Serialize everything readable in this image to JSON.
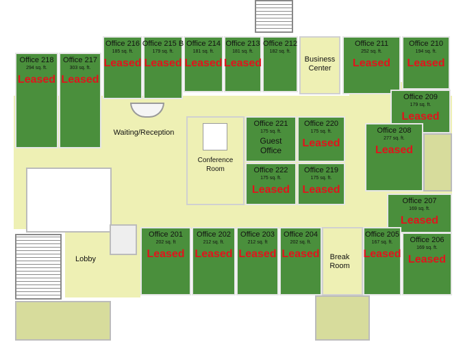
{
  "leased_label": "Leased",
  "colors": {
    "office": "#4a8f3c",
    "common": "#eef0b4",
    "leased_text": "#e0141c"
  },
  "offices": [
    {
      "id": "218",
      "name": "Office 218",
      "sqft": "294 sq. ft.",
      "leased": true
    },
    {
      "id": "217",
      "name": "Office 217",
      "sqft": "303 sq. ft.",
      "leased": true
    },
    {
      "id": "216",
      "name": "Office 216",
      "sqft": "185 sq. ft.",
      "leased": true
    },
    {
      "id": "215b",
      "name": "Office 215 B",
      "sqft": "179 sq. ft.",
      "leased": true
    },
    {
      "id": "214",
      "name": "Office 214",
      "sqft": "181 sq. ft.",
      "leased": true
    },
    {
      "id": "213",
      "name": "Office 213",
      "sqft": "181 sq. ft.",
      "leased": true
    },
    {
      "id": "212",
      "name": "Office 212",
      "sqft": "182 sq. ft.",
      "leased": false
    },
    {
      "id": "211",
      "name": "Office 211",
      "sqft": "252 sq. ft.",
      "leased": true
    },
    {
      "id": "210",
      "name": "Office 210",
      "sqft": "194 sq. ft.",
      "leased": true
    },
    {
      "id": "209",
      "name": "Office 209",
      "sqft": "179 sq. ft.",
      "leased": true
    },
    {
      "id": "221",
      "name": "Office 221",
      "sqft": "175 sq. ft.",
      "leased": false,
      "note": "Guest Office"
    },
    {
      "id": "220",
      "name": "Office 220",
      "sqft": "175 sq. ft.",
      "leased": true
    },
    {
      "id": "222",
      "name": "Office 222",
      "sqft": "175 sq. ft.",
      "leased": true
    },
    {
      "id": "219",
      "name": "Office 219",
      "sqft": "175 sq. ft.",
      "leased": true
    },
    {
      "id": "208",
      "name": "Office 208",
      "sqft": "277 sq. ft.",
      "leased": true
    },
    {
      "id": "207",
      "name": "Office 207",
      "sqft": "169 sq. ft.",
      "leased": true
    },
    {
      "id": "201",
      "name": "Office 201",
      "sqft": "202 sq. ft",
      "leased": true
    },
    {
      "id": "202",
      "name": "Office 202",
      "sqft": "212 sq. ft.",
      "leased": true
    },
    {
      "id": "203",
      "name": "Office 203",
      "sqft": "212 sq. ft",
      "leased": true
    },
    {
      "id": "204",
      "name": "Office 204",
      "sqft": "202 sq. ft.",
      "leased": true
    },
    {
      "id": "205",
      "name": "Office 205",
      "sqft": "167 sq. ft.",
      "leased": true
    },
    {
      "id": "206",
      "name": "Office 206",
      "sqft": "169 sq. ft.",
      "leased": true
    }
  ],
  "common_areas": {
    "business_center": "Business Center",
    "waiting": "Waiting/Reception",
    "conference": "Conference Room",
    "lobby": "Lobby",
    "break_room": "Break Room"
  }
}
